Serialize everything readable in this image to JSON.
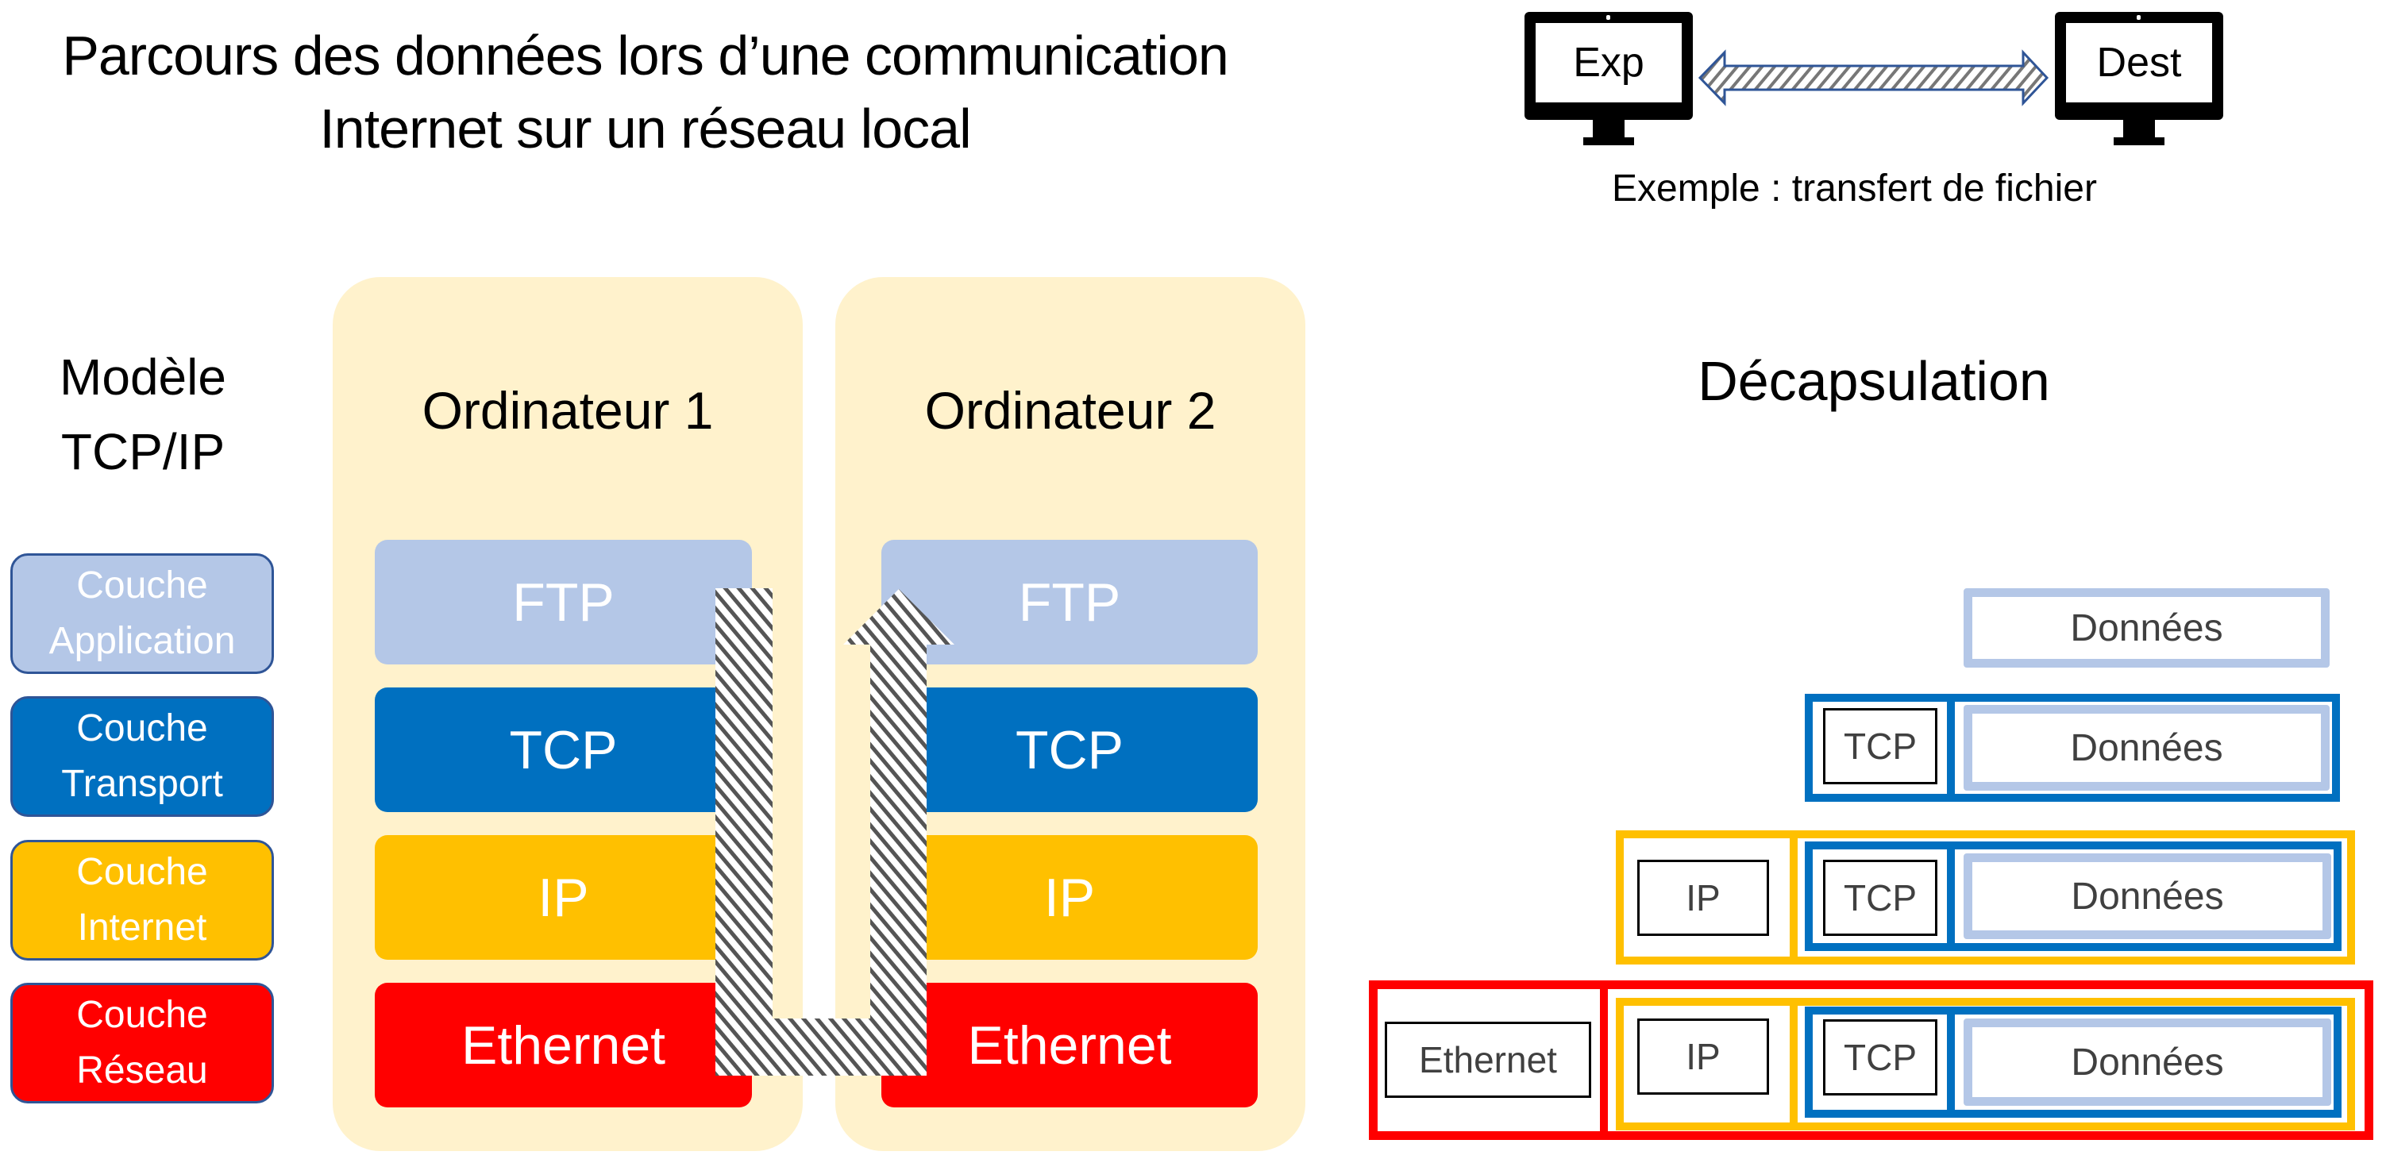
{
  "title": {
    "line1": "Parcours des données lors d’une communication",
    "line2": "Internet sur un réseau local"
  },
  "example": {
    "sender_label": "Exp",
    "receiver_label": "Dest",
    "caption": "Exemple : transfert de fichier",
    "icons": {
      "sender": "monitor-icon",
      "receiver": "monitor-icon",
      "link": "double-arrow-icon"
    }
  },
  "model": {
    "title_line1": "Modèle",
    "title_line2": "TCP/IP",
    "layers": [
      {
        "line1": "Couche",
        "line2": "Application",
        "color": "#b4c7e7"
      },
      {
        "line1": "Couche",
        "line2": "Transport",
        "color": "#0070c0"
      },
      {
        "line1": "Couche",
        "line2": "Internet",
        "color": "#ffc000"
      },
      {
        "line1": "Couche",
        "line2": "Réseau",
        "color": "#ff0000"
      }
    ]
  },
  "computers": [
    {
      "title": "Ordinateur 1",
      "protocols": [
        "FTP",
        "TCP",
        "IP",
        "Ethernet"
      ]
    },
    {
      "title": "Ordinateur 2",
      "protocols": [
        "FTP",
        "TCP",
        "IP",
        "Ethernet"
      ]
    }
  ],
  "flow": {
    "direction": "down-then-up",
    "icon": "u-turn-arrow-icon"
  },
  "decapsulation": {
    "title": "Décapsulation",
    "rows": [
      {
        "headers": [],
        "payload": "Données"
      },
      {
        "headers": [
          "TCP"
        ],
        "payload": "Données"
      },
      {
        "headers": [
          "IP",
          "TCP"
        ],
        "payload": "Données"
      },
      {
        "headers": [
          "Ethernet",
          "IP",
          "TCP"
        ],
        "payload": "Données"
      }
    ]
  },
  "colors": {
    "application": "#b4c7e7",
    "transport": "#0070c0",
    "internet": "#ffc000",
    "network": "#ff0000",
    "panel": "#fff2cc"
  }
}
